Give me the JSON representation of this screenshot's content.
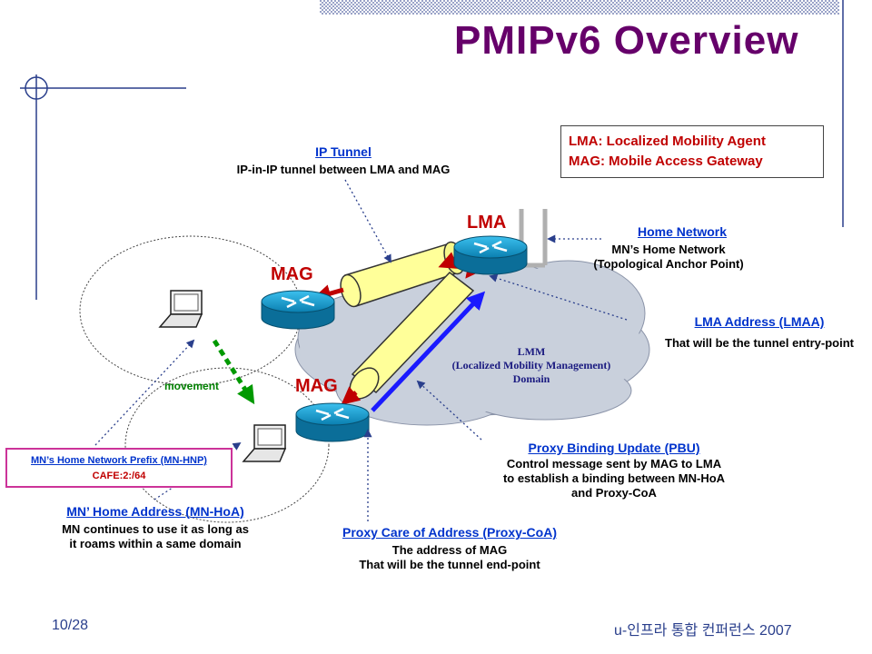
{
  "title": "PMIPv6 Overview",
  "legend": {
    "line1": "LMA: Localized Mobility Agent",
    "line2": "MAG: Mobile Access Gateway"
  },
  "nodes": {
    "lma": "LMA",
    "mag_top": "MAG",
    "mag_bottom": "MAG"
  },
  "domain": {
    "line1": "LMM",
    "line2": "(Localized Mobility Management)",
    "line3": "Domain"
  },
  "ip_tunnel": {
    "title": "IP Tunnel",
    "desc": "IP-in-IP tunnel between LMA and MAG"
  },
  "home_network": {
    "title": "Home Network",
    "line1": "MN’s Home Network",
    "line2": "(Topological Anchor Point)"
  },
  "lmaa": {
    "title": "LMA Address (LMAA)",
    "desc": "That will be the tunnel entry-point"
  },
  "pbu": {
    "title": "Proxy Binding Update (PBU)",
    "line1": "Control message sent by MAG to LMA",
    "line2": "to establish a binding between MN-HoA",
    "line3": "and Proxy-CoA"
  },
  "proxy_coa": {
    "title": "Proxy Care of Address (Proxy-CoA)",
    "line1": "The address of MAG",
    "line2": "That will be the tunnel end-point"
  },
  "mn_hnp": {
    "line1": "MN’s Home Network Prefix (MN-HNP)",
    "line2": "CAFE:2:/64"
  },
  "mn_hoa": {
    "title": "MN’ Home Address (MN-HoA)",
    "line1": "MN continues to use it as long as",
    "line2": "it roams within a same domain"
  },
  "movement_label": "movement",
  "footer": {
    "page": "10/28",
    "conference": "u-인프라 통합 컨퍼런스 2007"
  },
  "colors": {
    "title": "#66006a",
    "accent_red": "#c00000",
    "link_blue": "#0033cc",
    "cloud": "#c9d0dc",
    "router": "#0f8fc2",
    "tunnel": "#ffff99",
    "movement_green": "#009900"
  }
}
